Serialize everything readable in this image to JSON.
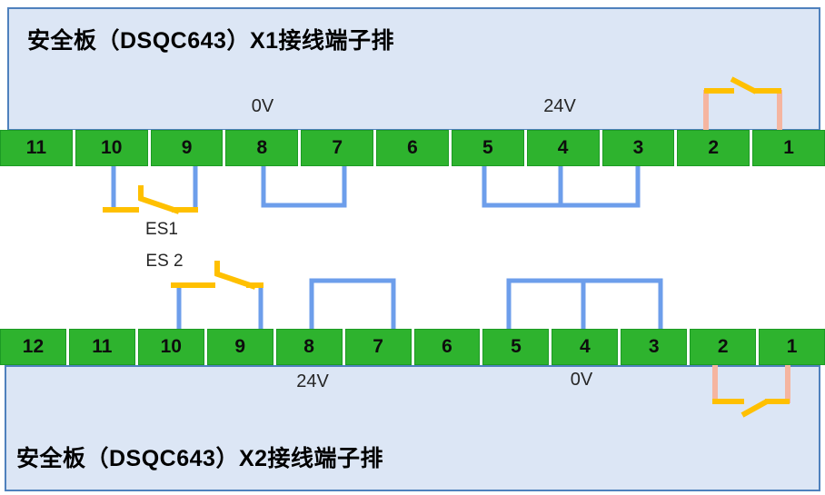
{
  "top_panel": {
    "title": "安全板（DSQC643）X1接线端子排"
  },
  "bottom_panel": {
    "title": "安全板（DSQC643）X2接线端子排"
  },
  "strips": [
    {
      "id": "x1",
      "terminals": [
        "11",
        "10",
        "9",
        "8",
        "7",
        "6",
        "5",
        "4",
        "3",
        "2",
        "1"
      ]
    },
    {
      "id": "x2",
      "terminals": [
        "12",
        "11",
        "10",
        "9",
        "8",
        "7",
        "6",
        "5",
        "4",
        "3",
        "2",
        "1"
      ]
    }
  ],
  "labels": {
    "x1_0v": "0V",
    "x1_24v": "24V",
    "es1": "ES1",
    "es2": "ES 2",
    "x2_24v": "24V",
    "x2_0v": "0V"
  },
  "connections": {
    "x1": [
      {
        "type": "switch",
        "label": "ES1",
        "terminals": [
          "10",
          "9"
        ],
        "side": "below"
      },
      {
        "type": "jumper",
        "terminals": [
          "8",
          "7"
        ],
        "side": "below"
      },
      {
        "type": "jumper",
        "terminals": [
          "5",
          "4",
          "3"
        ],
        "side": "below"
      },
      {
        "type": "switch",
        "label": "",
        "terminals": [
          "2",
          "1"
        ],
        "side": "above"
      }
    ],
    "x2": [
      {
        "type": "switch",
        "label": "ES 2",
        "terminals": [
          "10",
          "9"
        ],
        "side": "above"
      },
      {
        "type": "jumper",
        "terminals": [
          "8",
          "7"
        ],
        "side": "above"
      },
      {
        "type": "jumper",
        "terminals": [
          "5",
          "4",
          "3"
        ],
        "side": "above"
      },
      {
        "type": "switch",
        "label": "",
        "terminals": [
          "2",
          "1"
        ],
        "side": "below"
      }
    ]
  },
  "colors": {
    "terminal_green": "#2eb32e",
    "terminal_green_border": "#1c9a24",
    "panel_fill": "#dce6f5",
    "panel_border": "#4f81bd",
    "wire_blue": "#6d9eeb",
    "switch_orange": "#ffc000",
    "wire_pink": "#f5b5a0",
    "text": "#262626"
  }
}
